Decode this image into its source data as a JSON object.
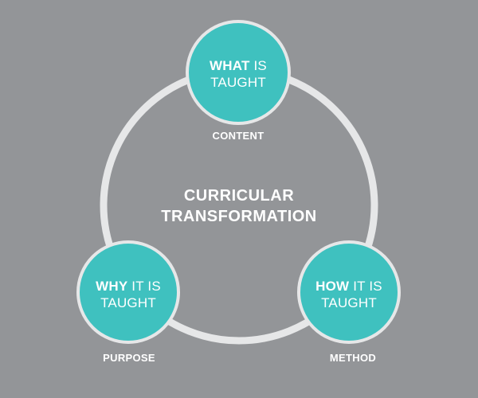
{
  "center": {
    "line1": "CURRICULAR",
    "line2": "TRANSFORMATION"
  },
  "nodes": {
    "what": {
      "bold": "WHAT",
      "rest": "IS",
      "line2": "TAUGHT",
      "caption": "CONTENT"
    },
    "why": {
      "bold": "WHY",
      "rest": "IT IS",
      "line2": "TAUGHT",
      "caption": "PURPOSE"
    },
    "how": {
      "bold": "HOW",
      "rest": "IT IS",
      "line2": "TAUGHT",
      "caption": "METHOD"
    }
  },
  "colors": {
    "background": "#939598",
    "ring": "#e6e7e8",
    "node_fill": "#3fc1bf",
    "node_border": "#e6e7e8",
    "text": "#ffffff"
  }
}
